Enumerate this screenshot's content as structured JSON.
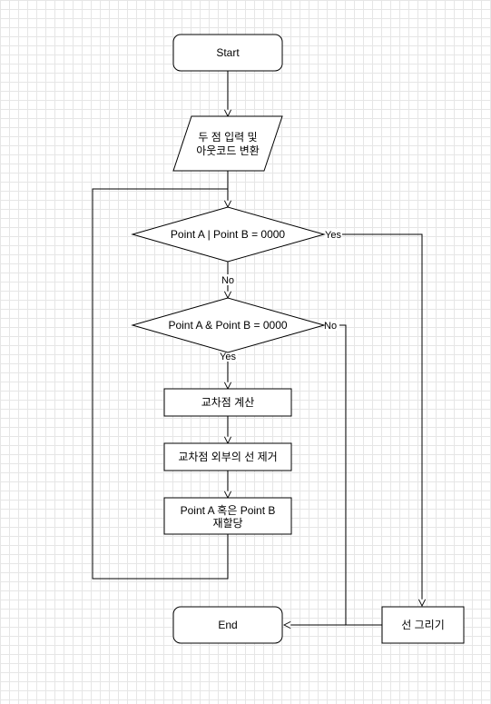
{
  "nodes": {
    "start": "Start",
    "input_line1": "두 점 입력 및",
    "input_line2": "아웃코드 변환",
    "decision1": "Point A | Point B = 0000",
    "decision2": "Point A & Point B = 0000",
    "calc": "교차점 계산",
    "remove": "교차점 외부의 선 제거",
    "reassign_line1": "Point A 혹은 Point B",
    "reassign_line2": "재할당",
    "draw": "선 그리기",
    "end": "End"
  },
  "edges": {
    "d1_yes": "Yes",
    "d1_no": "No",
    "d2_no": "No",
    "d2_yes": "Yes"
  },
  "colors": {
    "stroke": "#000000",
    "fill": "#ffffff",
    "grid": "#e6e6e6"
  }
}
